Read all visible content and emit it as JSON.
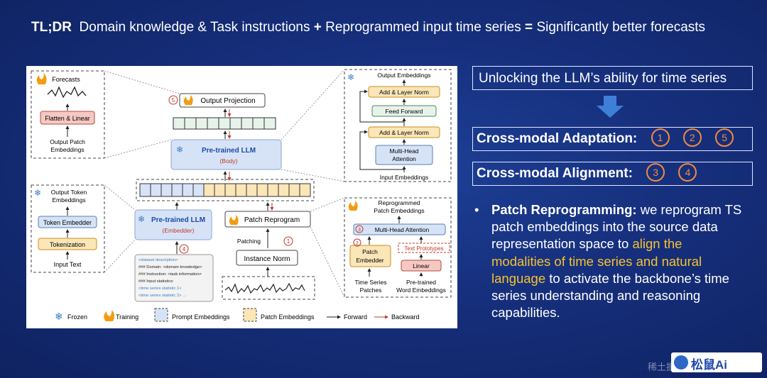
{
  "header": {
    "tldr_label": "TL;DR",
    "part1": "Domain knowledge & Task instructions",
    "plus": "+",
    "part2": "Reprogrammed input time series",
    "eq": "=",
    "part3": "Significantly better forecasts"
  },
  "diagram": {
    "output_projection": "Output Projection",
    "llm_body_title": "Pre-trained LLM",
    "llm_body_sub": "(Body)",
    "llm_embedder_title": "Pre-trained LLM",
    "llm_embedder_sub": "(Embedder)",
    "patch_reprogram": "Patch Reprogram",
    "patching": "Patching",
    "instance_norm": "Instance Norm",
    "forecasts": "Forecasts",
    "flatten_linear": "Flatten & Linear",
    "output_patch_emb": [
      "Output Patch",
      "Embeddings"
    ],
    "output_token_emb": [
      "Output Token",
      "Embeddings"
    ],
    "token_embedder": "Token Embedder",
    "tokenization": "Tokenization",
    "input_text": "Input Text",
    "output_embeddings": "Output Embeddings",
    "add_norm": "Add & Layer Norm",
    "feed_forward": "Feed Forward",
    "multi_head": [
      "Multi-Head",
      "Attention"
    ],
    "input_embeddings": "Input Embeddings",
    "reprogrammed_patch": [
      "Reprogrammed",
      "Patch Embeddings"
    ],
    "mha_3": "Multi-Head Attention",
    "patch_embedder": [
      "Patch",
      "Embedder"
    ],
    "text_prototypes": "Text Prototypes",
    "linear": "Linear",
    "ts_patches": [
      "Time Series",
      "Patches"
    ],
    "pretrained_word": [
      "Pre-trained",
      "Word Embeddings"
    ],
    "prompt_lines": [
      "<dataset description>",
      "### Domain: <domain knowledge>",
      "### Instruction: <task information>",
      "### Input statistics:",
      "<time series statistic 1>",
      "<time series statistic 2> ..."
    ],
    "legend": {
      "frozen": "Frozen",
      "training": "Training",
      "prompt_emb": "Prompt Embeddings",
      "patch_emb": "Patch Embeddings",
      "forward": "Forward",
      "backward": "Backward"
    },
    "markers": {
      "m1": "1",
      "m3": "3",
      "m4": "4",
      "m5": "5"
    }
  },
  "right": {
    "unlock_title": "Unlocking the LLM’s ability for time series",
    "adaptation_label": "Cross-modal Adaptation:",
    "adaptation_nums": [
      "1",
      "2",
      "5"
    ],
    "alignment_label": "Cross-modal Alignment:",
    "alignment_nums": [
      "3",
      "4"
    ],
    "reprog_bullet": "•",
    "reprog_bold": "Patch Reprogramming:",
    "reprog_text1": " we reprogram TS patch embeddings into the source data representation space to ",
    "reprog_highlight": "align the modalities of time series and natural language",
    "reprog_text2": " to activate the backbone’s time series understanding and reasoning capabilities."
  },
  "watermark": {
    "text": "稀土掘金技术社区",
    "logo": "松鼠Ai"
  },
  "colors": {
    "accent_orange": "#f08a3e",
    "highlight_yellow": "#f5c232",
    "prompt_blue": "#d9e5f7",
    "patch_yellow": "#fbe6b8",
    "frozen_blue": "#d6e3f7"
  }
}
